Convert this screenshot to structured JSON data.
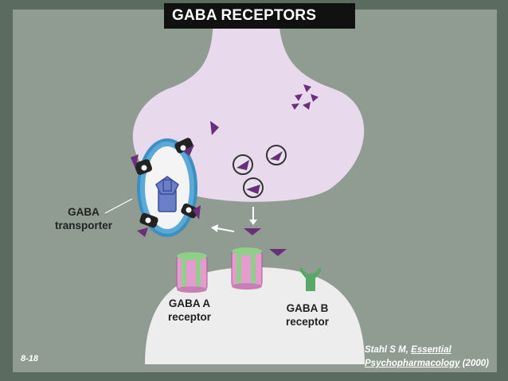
{
  "title": "GABA RECEPTORS",
  "labels": {
    "transporter_line1": "GABA",
    "transporter_line2": "transporter",
    "gaba_a_line1": "GABA A",
    "gaba_a_line2": "receptor",
    "gaba_b_line1": "GABA B",
    "gaba_b_line2": "receptor"
  },
  "slide_number": "8-18",
  "citation": {
    "author": "Stahl S M,",
    "book_part1": "Essential",
    "book_part2": "Psychopharmacology",
    "year": "(2000)"
  },
  "colors": {
    "background": "#5c6b5f",
    "board": "#909c92",
    "neuron": "#e8d9ec",
    "postsynaptic": "#ededed",
    "gaba": "#6a2f7a",
    "transporter": "#3d8fbf",
    "receptor_pink": "#e59ad0",
    "receptor_green": "#8fcf8a",
    "gaba_b": "#5aa867"
  }
}
